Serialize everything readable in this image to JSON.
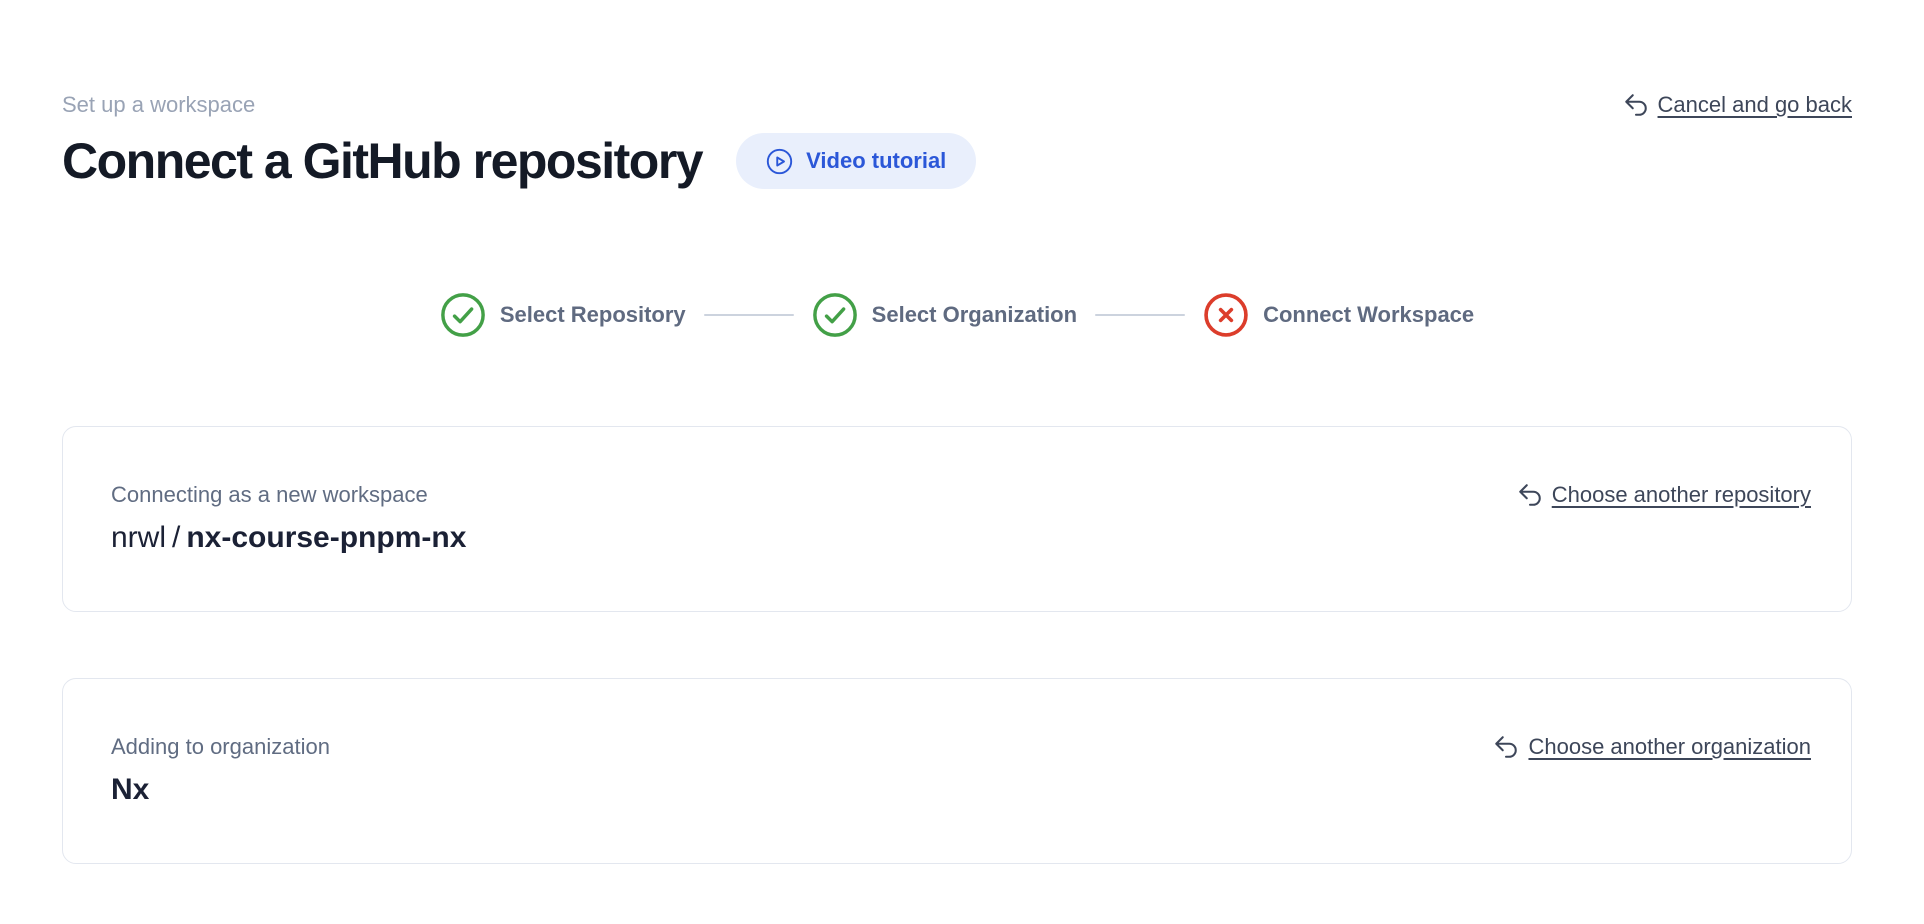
{
  "header": {
    "eyebrow": "Set up a workspace",
    "title": "Connect a GitHub repository",
    "video_tutorial_label": "Video tutorial",
    "cancel_link_label": "Cancel and go back"
  },
  "stepper": {
    "steps": [
      {
        "label": "Select Repository",
        "status": "complete"
      },
      {
        "label": "Select Organization",
        "status": "complete"
      },
      {
        "label": "Connect Workspace",
        "status": "error"
      }
    ]
  },
  "repository_card": {
    "eyebrow": "Connecting as a new workspace",
    "owner": "nrwl",
    "separator": "/",
    "repo_name": "nx-course-pnpm-nx",
    "change_link_label": "Choose another repository"
  },
  "organization_card": {
    "eyebrow": "Adding to organization",
    "name": "Nx",
    "change_link_label": "Choose another organization"
  },
  "icons": {
    "play_circle": "play-circle-icon",
    "uturn_left": "arrow-uturn-left-icon",
    "check_circle": "check-circle-icon",
    "x_circle": "x-circle-icon"
  },
  "colors": {
    "success_green": "#43a047",
    "error_red": "#dc3d2b",
    "accent_blue": "#2b57d8",
    "pill_background": "#e9effc",
    "card_border": "#e3e7ef",
    "muted_text": "#99a3b5",
    "step_label": "#5f6a80",
    "link_text": "#3d4659",
    "title_text": "#141a26"
  }
}
